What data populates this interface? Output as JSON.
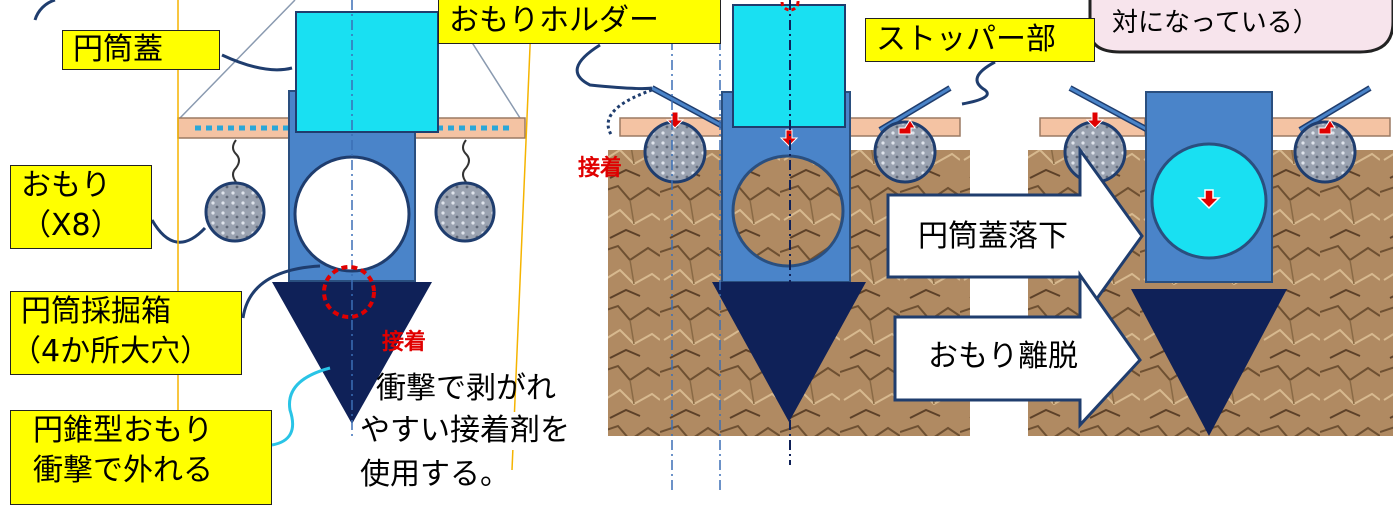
{
  "labels": {
    "cylinder_lid": "円筒蓋",
    "weight": "おもり",
    "weight_count": "（X8）",
    "dig_box_line1": "円筒採掘箱",
    "dig_box_line2": "（4か所大穴）",
    "cone_line1": "円錐型おもり",
    "cone_line2": "衝撃で外れる",
    "weight_holder": "おもりホルダー",
    "stopper": "ストッパー部",
    "bubble_text": "対になっている）"
  },
  "notes": {
    "adhesive_1": "接着",
    "adhesive_2": "接着",
    "adhesive_note_line1": "衝撃で剥がれ",
    "adhesive_note_line2": "やすい接着剤を",
    "adhesive_note_line3": "使用する。"
  },
  "arrows": {
    "lid_drop": "円筒蓋落下",
    "weight_release": "おもり離脱"
  },
  "colors": {
    "label_bg": "#ffff00",
    "cyan_lid": "#19e0f2",
    "box_blue": "#4a84c9",
    "cone_navy": "#0f2158",
    "holder_peach": "#f4c3a3",
    "adhesive_red": "#e00000",
    "bubble_fill": "#f7e4ec"
  }
}
